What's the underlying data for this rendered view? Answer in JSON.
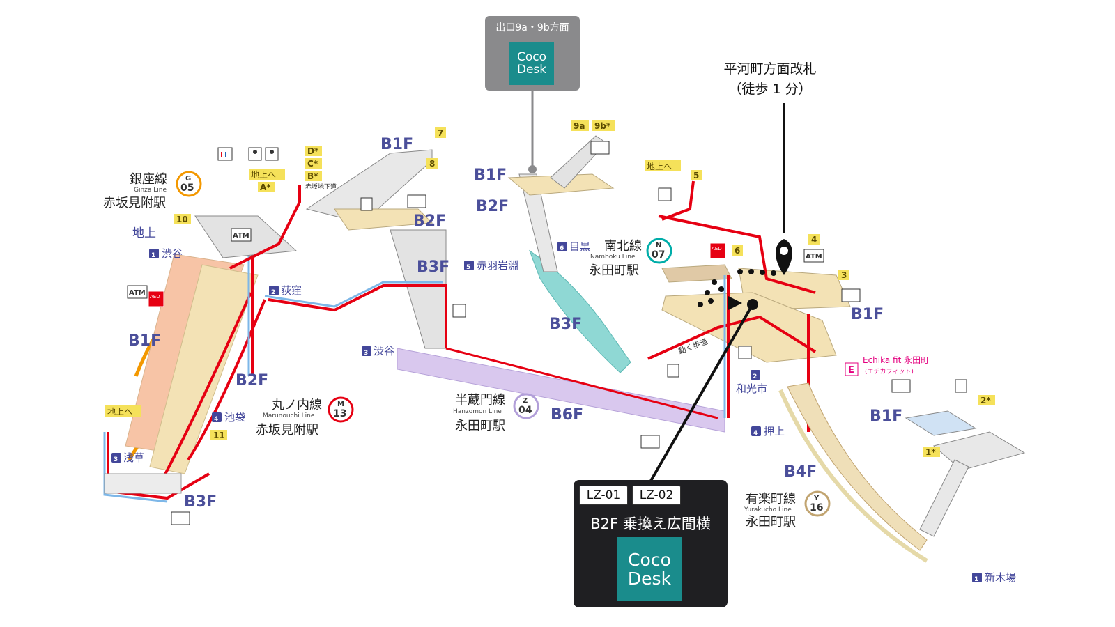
{
  "colors": {
    "ginza": "#f39800",
    "marunouchi": "#e60012",
    "namboku": "#00ada9",
    "hanzomon": "#8f76d6",
    "yurakucho": "#c1a470",
    "floor_label": "#4b4f9a",
    "exit_tag": "#f5e15a",
    "cocodesk": "#1a8c8c",
    "route_pin": "#111111",
    "echika": "#e4007f"
  },
  "callout_top": {
    "title": "出口9a・9b方面",
    "badge_line1": "Coco",
    "badge_line2": "Desk"
  },
  "callout_bottom": {
    "booth_1": "LZ-01",
    "booth_2": "LZ-02",
    "title": "B2F 乗換え広間横",
    "badge_line1": "Coco",
    "badge_line2": "Desk"
  },
  "gate": {
    "line1": "平河町方面改札",
    "line2": "（徒歩 1 分）"
  },
  "stations": {
    "ginza": {
      "name": "銀座線",
      "sub": "Ginza Line",
      "code_letter": "G",
      "code_num": "05",
      "station": "赤坂見附駅"
    },
    "marunouchi": {
      "name": "丸ノ内線",
      "sub": "Marunouchi Line",
      "code_letter": "M",
      "code_num": "13",
      "station": "赤坂見附駅"
    },
    "namboku": {
      "name": "南北線",
      "sub": "Namboku Line",
      "code_letter": "N",
      "code_num": "07",
      "station": "永田町駅"
    },
    "hanzomon": {
      "name": "半蔵門線",
      "sub": "Hanzomon Line",
      "code_letter": "Z",
      "code_num": "04",
      "station": "永田町駅"
    },
    "yurakucho": {
      "name": "有楽町線",
      "sub": "Yurakucho Line",
      "code_letter": "Y",
      "code_num": "16",
      "station": "永田町駅"
    }
  },
  "floors": {
    "b1f": "B1F",
    "b2f": "B2F",
    "b3f": "B3F",
    "b4f": "B4F",
    "b6f": "B6F",
    "ground": "地上"
  },
  "exits": {
    "e10": "10",
    "e11": "11",
    "e7": "7",
    "e8": "8",
    "e9a": "9a",
    "e9b": "9b*",
    "e5": "5",
    "e4": "4",
    "e3": "3",
    "e6": "6",
    "e2s": "2*",
    "e1s": "1*",
    "d": "D*",
    "c": "C*",
    "b": "B*",
    "a": "A*",
    "up_to_ground": "地上へ",
    "akasaka_underpass": "赤坂地下道"
  },
  "directions": {
    "shibuya_g": "渋谷",
    "ogikubo": "荻窪",
    "ikebukuro": "池袋",
    "asakusa": "浅草",
    "meguro": "目黒",
    "akabane": "赤羽岩淵",
    "shibuya_z": "渋谷",
    "wakoshi": "和光市",
    "oshiage": "押上",
    "shinkiba": "新木場",
    "n_shibuya_g": "1",
    "n_ogikubo": "2",
    "n_ikebukuro": "4",
    "n_asakusa": "3",
    "n_meguro": "6",
    "n_akabane": "5",
    "n_shibuya_z": "3",
    "n_wakoshi": "2",
    "n_oshiage": "4",
    "n_shinkiba": "1"
  },
  "misc": {
    "atm": "ATM",
    "aed": "AED",
    "moving_walk": "動く歩道",
    "echika_name": "Echika fit 永田町",
    "echika_kana": "(エチカフィット)",
    "echika_letter": "E"
  }
}
